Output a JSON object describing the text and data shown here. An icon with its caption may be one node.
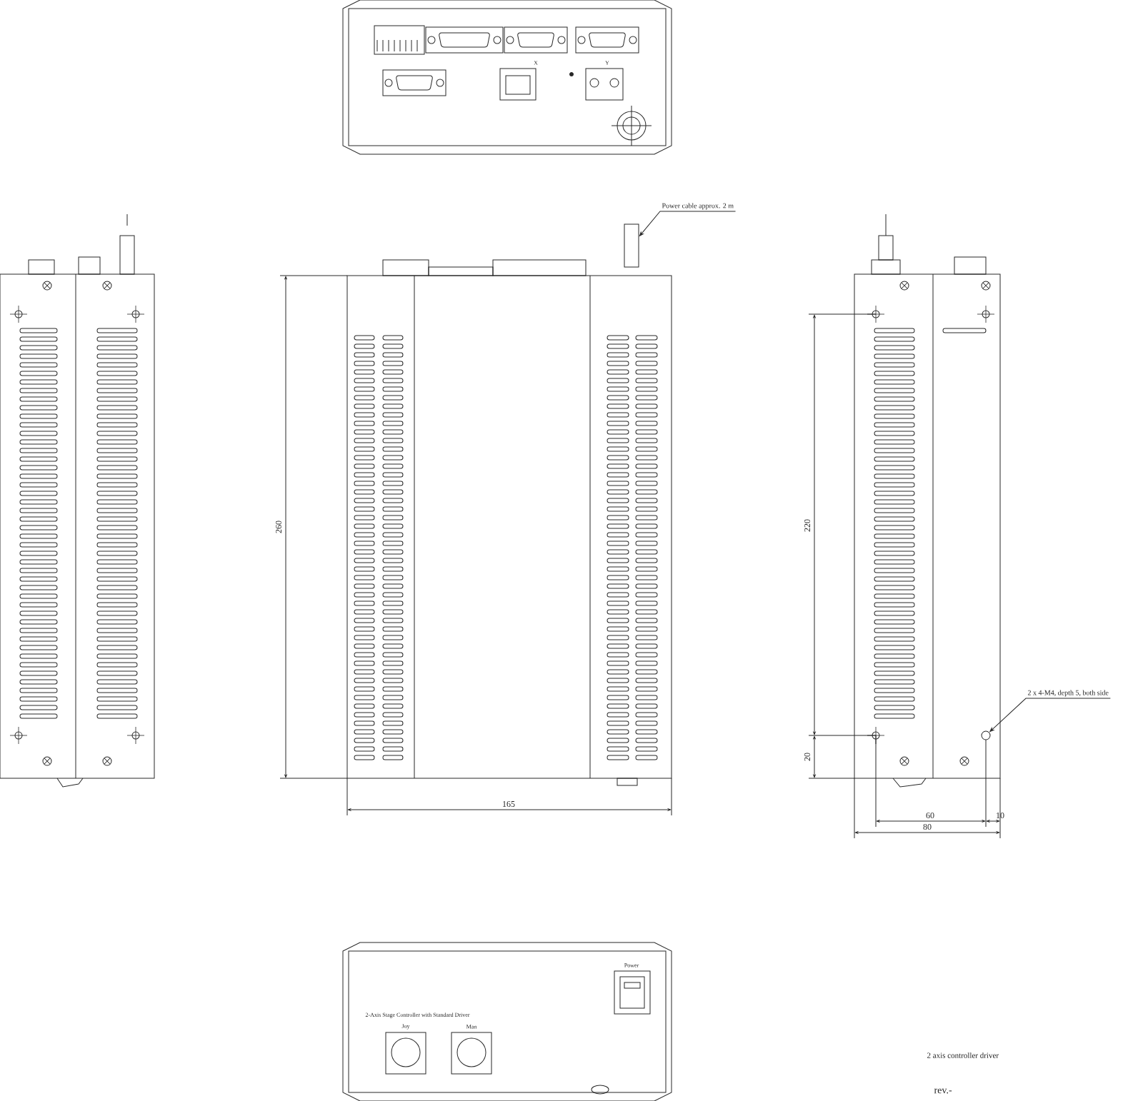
{
  "diagram": {
    "nodes": [
      {
        "text": [
          "Power cable approx. 2 m"
        ]
      },
      {
        "text": [],
        "shape": "cable"
      },
      {
        "text": [
          "2 x 4-M4, depth 5, both side"
        ]
      },
      {
        "text": [],
        "shape": "circle"
      }
    ],
    "edges": [
      {
        "from": 0,
        "to": 1,
        "arrow": "to"
      },
      {
        "from": 2,
        "to": 3,
        "arrow": "to"
      }
    ],
    "labels": [
      "X",
      "Y",
      "260",
      "220",
      "20",
      "165",
      "60",
      "10",
      "80",
      "Power",
      "2-Axis Stage Controller with Standard Driver",
      "Joy",
      "Man",
      "2 axis controller driver",
      "rev.-"
    ]
  }
}
